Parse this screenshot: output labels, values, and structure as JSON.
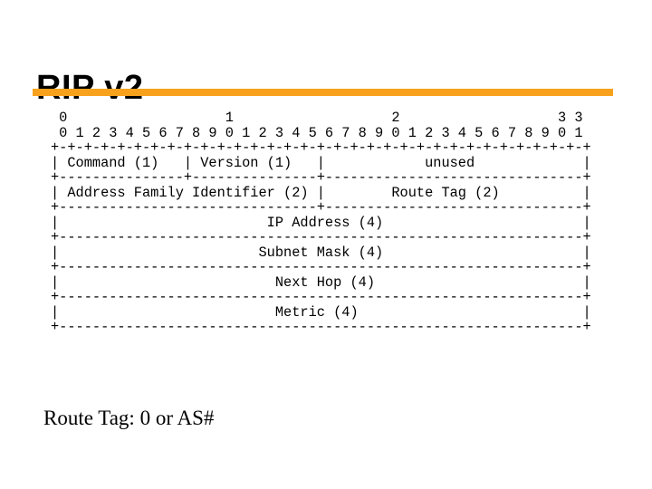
{
  "slide": {
    "title": "RIP v2",
    "accent_color": "#F7A11C",
    "diagram": {
      "lines": [
        " 0                   1                   2                   3 3",
        " 0 1 2 3 4 5 6 7 8 9 0 1 2 3 4 5 6 7 8 9 0 1 2 3 4 5 6 7 8 9 0 1",
        "+-+-+-+-+-+-+-+-+-+-+-+-+-+-+-+-+-+-+-+-+-+-+-+-+-+-+-+-+-+-+-+-+",
        "| Command (1)   | Version (1)   |            unused             |",
        "+---------------+---------------+-------------------------------+",
        "| Address Family Identifier (2) |        Route Tag (2)          |",
        "+-------------------------------+-------------------------------+",
        "|                         IP Address (4)                        |",
        "+---------------------------------------------------------------+",
        "|                        Subnet Mask (4)                        |",
        "+---------------------------------------------------------------+",
        "|                          Next Hop (4)                         |",
        "+---------------------------------------------------------------+",
        "|                          Metric (4)                           |",
        "+---------------------------------------------------------------+"
      ],
      "fields": {
        "command": "Command (1)",
        "version": "Version (1)",
        "unused": "unused",
        "address_family_identifier": "Address Family Identifier (2)",
        "route_tag": "Route Tag (2)",
        "ip_address": "IP Address (4)",
        "subnet_mask": "Subnet Mask (4)",
        "next_hop": "Next Hop (4)",
        "metric": "Metric (4)"
      }
    },
    "caption": "Route Tag: 0 or AS#"
  }
}
